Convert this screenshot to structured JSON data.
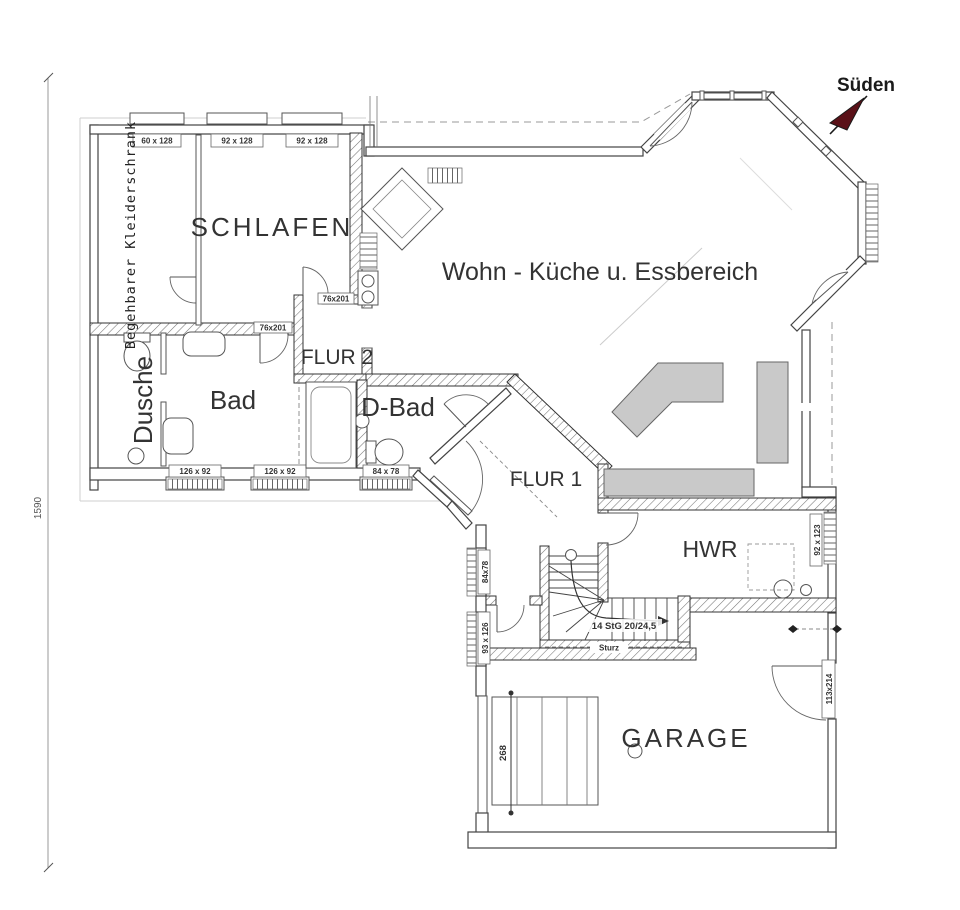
{
  "plan": {
    "compass": {
      "label": "Süden",
      "arrow_color": "#5a1118"
    },
    "labels": {
      "schlafen": "SCHLAFEN",
      "kleiderschrank": "Begehbarer Kleiderschrank",
      "wohn": "Wohn -  Küche u. Essbereich",
      "flur2": "FLUR 2",
      "bad": "Bad",
      "dusche": "Dusche",
      "dbad": "D-Bad",
      "flur1": "FLUR 1",
      "hwr": "HWR",
      "garage": "GARAGE"
    },
    "windows": {
      "w60x128": "60 x 128",
      "w92x128a": "92 x 128",
      "w92x128b": "92 x 128",
      "w126x92a": "126 x 92",
      "w126x92b": "126 x 92",
      "w84x78": "84 x 78",
      "w84x78v": "84x78",
      "w93x126": "93 x 126",
      "w92x123": "92 x 123"
    },
    "doors": {
      "d76x201a": "76x201",
      "d76x201b": "76x201",
      "d113x214": "113x214"
    },
    "dimensions": {
      "overall": "1590",
      "garage_opening": "268"
    },
    "stairs": {
      "steps": "14 StG 20/24,5",
      "lintel": "Sturz"
    }
  }
}
